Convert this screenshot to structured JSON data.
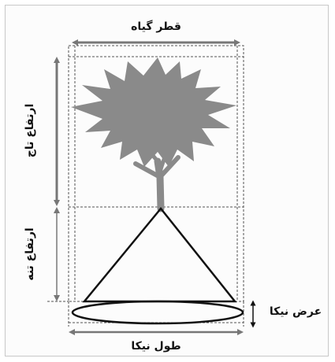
{
  "labels": {
    "plant_diameter": "قطر گیاه",
    "canopy_height": "ارتفاع تاج",
    "bearing_height": "ارتفاع تنه",
    "nika_width": "عرض نیکا",
    "nika_length": "طول نیکا"
  },
  "colors": {
    "foliage": "#8a8a8a",
    "trunk": "#8a8a8a",
    "arrow": "#777777",
    "line": "#111111",
    "dashed": "#555555"
  }
}
